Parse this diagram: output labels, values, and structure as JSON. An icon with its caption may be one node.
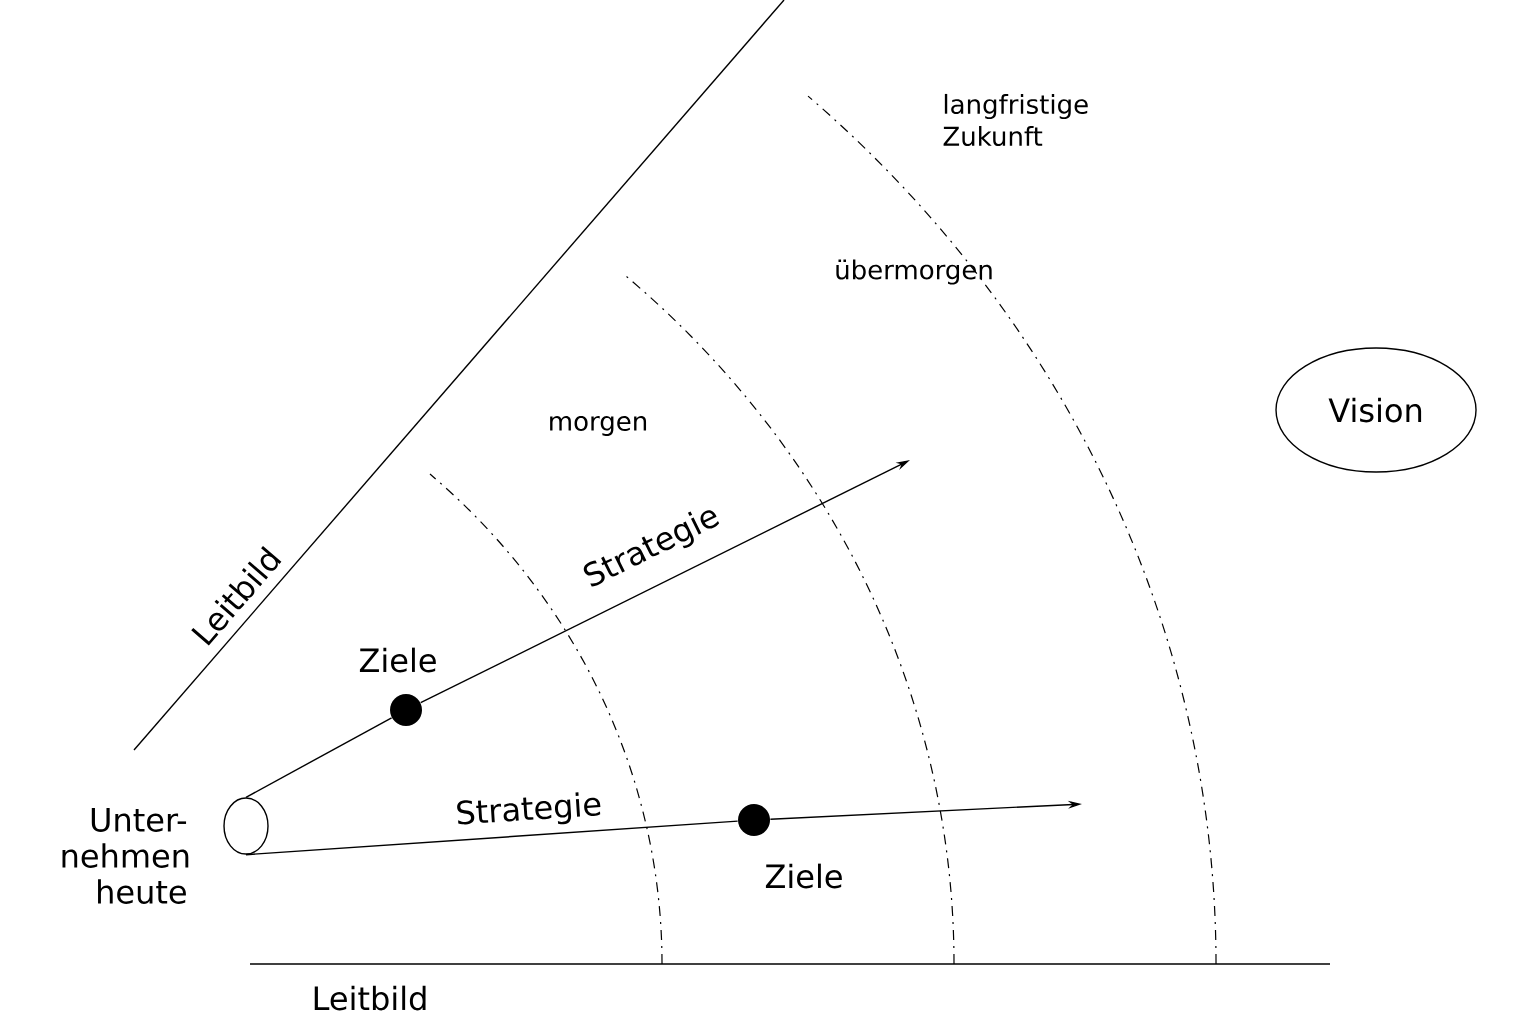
{
  "diagram": {
    "nodes": [
      {
        "text": [],
        "shape": "circle",
        "beside": [
          "Unter- nehmen heute"
        ]
      },
      {
        "text": [],
        "shape": "circle",
        "beside": [
          "Ziele"
        ]
      },
      {
        "text": [],
        "shape": "circle",
        "beside": [
          "Ziele"
        ]
      },
      {
        "text": [
          "Vision"
        ]
      }
    ],
    "edges": [
      {
        "from": 0,
        "to": 1,
        "arrow": "none"
      },
      {
        "from": 1,
        "to": null,
        "arrow": "to",
        "label": "Strategie"
      },
      {
        "from": 0,
        "to": 2,
        "arrow": "none",
        "label": "Strategie"
      },
      {
        "from": 2,
        "to": null,
        "arrow": "to"
      }
    ],
    "labels": [
      "langfristige Zukunft",
      "übermorgen",
      "morgen",
      "Leitbild",
      "Leitbild"
    ]
  }
}
